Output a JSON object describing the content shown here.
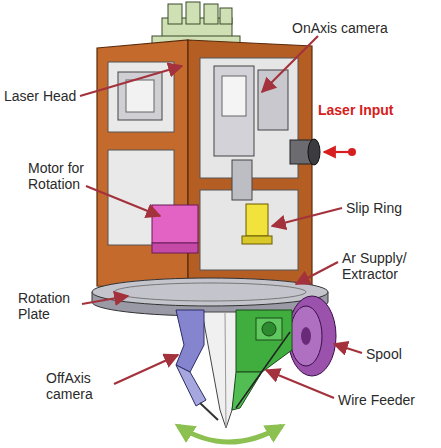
{
  "diagram": {
    "labels": [
      "OnAxis camera",
      "Laser Head",
      "Laser Input",
      "Motor for Rotation",
      "Slip Ring",
      "Ar Supply/ Extractor",
      "Rotation Plate",
      "Spool",
      "OffAxis camera",
      "Wire Feeder"
    ]
  }
}
